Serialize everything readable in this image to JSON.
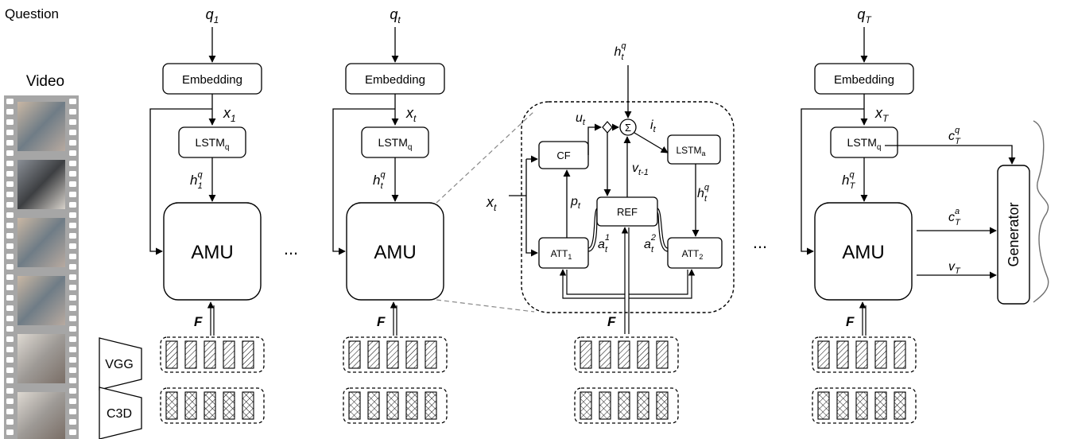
{
  "labels": {
    "question": "Question",
    "video": "Video",
    "embedding": "Embedding",
    "lstm_q_base": "LSTM",
    "lstm_q_sub": "q",
    "amu": "AMU",
    "ellipsis": "...",
    "features": "F",
    "vgg": "VGG",
    "c3d": "C3D",
    "generator": "Generator",
    "cf": "CF",
    "ref": "REF",
    "att1_base": "ATT",
    "att1_sub": "1",
    "att2_base": "ATT",
    "att2_sub": "2",
    "lstm_a_base": "LSTM",
    "lstm_a_sub": "a",
    "sigma": "Σ"
  },
  "steps": [
    {
      "q_base": "q",
      "q_sub": "1",
      "x_base": "x",
      "x_sub": "1",
      "h_base": "h",
      "h_sub": "1",
      "h_sup": "q"
    },
    {
      "q_base": "q",
      "q_sub": "t",
      "x_base": "x",
      "x_sub": "t",
      "h_base": "h",
      "h_sub": "t",
      "h_sup": "q"
    },
    {
      "q_base": "q",
      "q_sub": "T",
      "x_base": "x",
      "x_sub": "T",
      "h_base": "h",
      "h_sub": "T",
      "h_sup": "q"
    }
  ],
  "detail_vars": {
    "h_top": {
      "base": "h",
      "sub": "t",
      "sup": "q"
    },
    "u": {
      "base": "u",
      "sub": "t"
    },
    "i": {
      "base": "i",
      "sub": "t"
    },
    "v_prev": {
      "base": "v",
      "sub": "t-1"
    },
    "p": {
      "base": "p",
      "sub": "t"
    },
    "x": {
      "base": "x",
      "sub": "t"
    },
    "a1": {
      "base": "a",
      "sub": "t",
      "sup": "1"
    },
    "a2": {
      "base": "a",
      "sub": "t",
      "sup": "2"
    },
    "h_right": {
      "base": "h",
      "sub": "t",
      "sup": "q"
    }
  },
  "outputs": {
    "cq": {
      "base": "c",
      "sub": "T",
      "sup": "q"
    },
    "ca": {
      "base": "c",
      "sub": "T",
      "sup": "a"
    },
    "v": {
      "base": "v",
      "sub": "T"
    }
  },
  "colors": {
    "line": "#000000",
    "dash": "#888888",
    "film": "#a6a6a6",
    "curve": "#6e6e6e"
  }
}
